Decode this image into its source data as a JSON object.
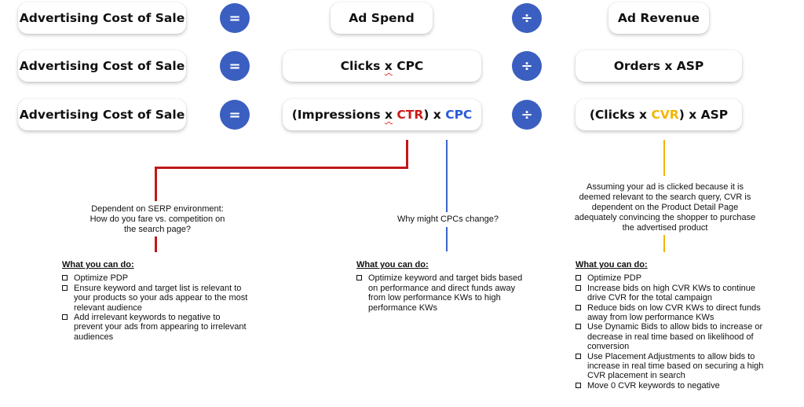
{
  "rows": [
    {
      "left": "Advertising Cost of Sale",
      "equals": "=",
      "middle": [
        {
          "text": "Ad Spend"
        }
      ],
      "divide": "÷",
      "right": [
        {
          "text": "Ad Revenue"
        }
      ]
    },
    {
      "left": "Advertising Cost of Sale",
      "equals": "=",
      "middle": [
        {
          "text": "Clicks "
        },
        {
          "text": "x",
          "squiggle": true
        },
        {
          "text": " CPC"
        }
      ],
      "divide": "÷",
      "right": [
        {
          "text": "Orders x ASP"
        }
      ]
    },
    {
      "left": "Advertising Cost of Sale",
      "equals": "=",
      "middle": [
        {
          "text": "(Impressions "
        },
        {
          "text": "x",
          "squiggle": true
        },
        {
          "text": " "
        },
        {
          "text": "CTR",
          "color": "red"
        },
        {
          "text": ") x "
        },
        {
          "text": "CPC",
          "color": "blue"
        }
      ],
      "divide": "÷",
      "right": [
        {
          "text": "(Clicks x "
        },
        {
          "text": "CVR",
          "color": "orange"
        },
        {
          "text": ") x ASP"
        }
      ]
    }
  ],
  "notes": {
    "ctr": "Dependent on SERP environment: How do you fare vs. competition on the search page?",
    "cpc": "Why might CPCs change?",
    "cvr": "Assuming your ad is clicked because it is deemed relevant to the search query, CVR is dependent on the Product Detail Page adequately convincing the shopper to purchase the advertised product"
  },
  "sections": {
    "ctr": {
      "header": "What you can do",
      "items": [
        "Optimize PDP",
        "Ensure keyword and target list is relevant to your products so your ads appear to the most relevant audience",
        "Add irrelevant keywords to negative to prevent your ads from appearing to irrelevant audiences"
      ]
    },
    "cpc": {
      "header": "What you can do",
      "items": [
        "Optimize keyword and target bids based on performance and direct funds away from low performance KWs to high performance KWs"
      ]
    },
    "cvr": {
      "header": "What you can do",
      "items": [
        "Optimize PDP",
        "Increase bids on high CVR KWs to continue drive CVR for the total campaign",
        "Reduce bids on low CVR KWs to direct funds away from low performance KWs",
        "Use Dynamic Bids to allow bids to increase or decrease in real time based on likelihood of conversion",
        "Use Placement Adjustments to allow bids to increase in real time based on securing a high CVR placement in search",
        "Move 0 CVR keywords to negative"
      ]
    }
  },
  "colors": {
    "operator_circle": "#3b5fc0",
    "ctr_red": "#cc1a1a",
    "cpc_blue": "#2a5bd7",
    "cvr_orange": "#f4b400"
  }
}
